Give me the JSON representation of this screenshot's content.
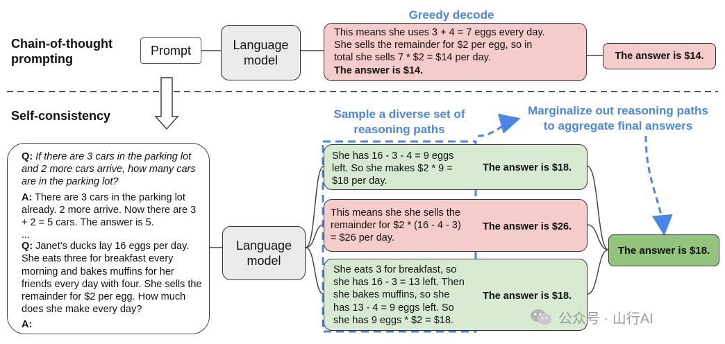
{
  "top": {
    "label": "Chain-of-thought\nprompting",
    "greedy_title": "Greedy decode",
    "prompt": "Prompt",
    "lm": "Language\nmodel",
    "reasoning_lines": [
      "This means she uses 3 + 4 = 7 eggs every day.",
      "She sells the remainder for $2 per egg, so in",
      "total she sells 7 * $2 = $14 per day."
    ],
    "reasoning_answer": "The answer is $14.",
    "final": "The answer is $14."
  },
  "bottom": {
    "label": "Self-consistency",
    "sample_title": "Sample a diverse set of\nreasoning paths",
    "marginalize_title": "Marginalize out reasoning paths\nto aggregate final answers",
    "prompt": {
      "q1_label": "Q:",
      "q1_text": "If there are 3 cars in the parking lot and 2 more cars arrive, how many cars are in the parking lot?",
      "a1_label": "A:",
      "a1_text": "There are 3 cars in the parking lot already. 2 more arrive. Now there are 3 + 2 = 5 cars. The answer is 5.",
      "ellipsis": "...",
      "q2_label": "Q:",
      "q2_text": "Janet’s ducks lay 16 eggs per day. She eats three for breakfast every morning and bakes muffins for her friends every day with four. She sells the remainder for $2 per egg. How much does she make every day?",
      "a2_label": "A:"
    },
    "lm": "Language\nmodel",
    "paths": [
      {
        "reasoning": "She has 16 - 3 - 4 = 9 eggs\nleft. So she makes $2 * 9 =\n$18 per day.",
        "answer": "The answer is $18.",
        "color": "#d9ead3"
      },
      {
        "reasoning": "This means she she sells the\nremainder for $2 * (16 - 4 - 3)\n= $26 per day.",
        "answer": "The answer is $26.",
        "color": "#f4cccc"
      },
      {
        "reasoning": "She eats 3 for breakfast, so\nshe has 16 - 3 = 13 left. Then\nshe bakes muffins, so she\nhas 13 - 4 = 9 eggs left. So\nshe has 9 eggs * $2 = $18.",
        "answer": "The answer is $18.",
        "color": "#d9ead3"
      }
    ],
    "final": "The answer is $18.",
    "watermark": "公众号 · 山行AI"
  },
  "colors": {
    "accent_blue": "#4a86e8",
    "dashed_divider": "#555555",
    "final_green": "#93c47d"
  }
}
